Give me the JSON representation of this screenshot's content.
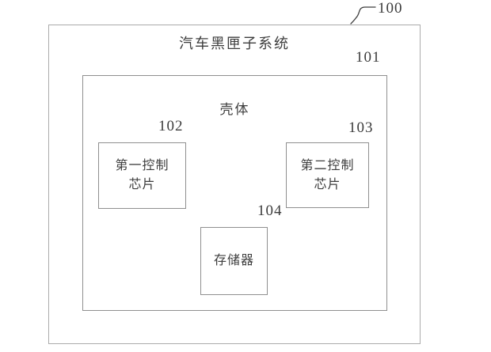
{
  "diagram": {
    "title": "汽车黑匣子系统",
    "outer": {
      "ref": "100",
      "title": "汽车黑匣子系统"
    },
    "housing": {
      "ref": "101",
      "title": "壳体"
    },
    "components": [
      {
        "ref": "102",
        "label_line1": "第一控制",
        "label_line2": "芯片"
      },
      {
        "ref": "103",
        "label_line1": "第二控制",
        "label_line2": "芯片"
      },
      {
        "ref": "104",
        "label_line1": "存储器"
      }
    ],
    "colors": {
      "bg": "#ffffff",
      "line": "#8f8f8f",
      "outer-line": "#ababab",
      "ref": "#3c3c3c",
      "text": "#3d3d3d"
    }
  }
}
